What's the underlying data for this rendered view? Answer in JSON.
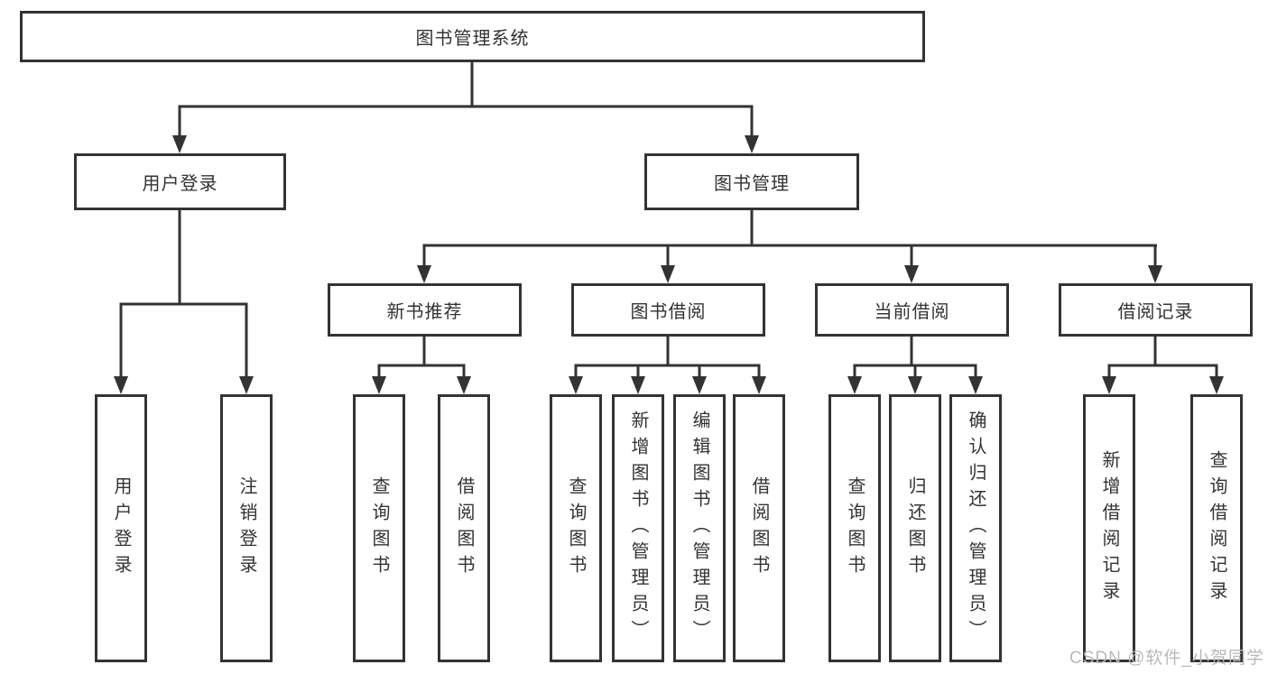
{
  "colors": {
    "background": "#ffffff",
    "line": "#333333",
    "border": "#333333",
    "text": "#333333",
    "box_fill": "#ffffff",
    "watermark": "#b9b9b9"
  },
  "watermark": {
    "text": "CSDN @软件_小贺同学"
  },
  "tree": {
    "label": "图书管理系统",
    "children": [
      {
        "label": "用户登录",
        "children": [
          {
            "label": "用户登录"
          },
          {
            "label": "注销登录"
          }
        ]
      },
      {
        "label": "图书管理",
        "children": [
          {
            "label": "新书推荐",
            "children": [
              {
                "label": "查询图书"
              },
              {
                "label": "借阅图书"
              }
            ]
          },
          {
            "label": "图书借阅",
            "children": [
              {
                "label": "查询图书"
              },
              {
                "label": "新增图书（管理员）"
              },
              {
                "label": "编辑图书（管理员）"
              },
              {
                "label": "借阅图书"
              }
            ]
          },
          {
            "label": "当前借阅",
            "children": [
              {
                "label": "查询图书"
              },
              {
                "label": "归还图书"
              },
              {
                "label": "确认归还（管理员）"
              }
            ]
          },
          {
            "label": "借阅记录",
            "children": [
              {
                "label": "新增借阅记录"
              },
              {
                "label": "查询借阅记录"
              }
            ]
          }
        ]
      }
    ]
  }
}
